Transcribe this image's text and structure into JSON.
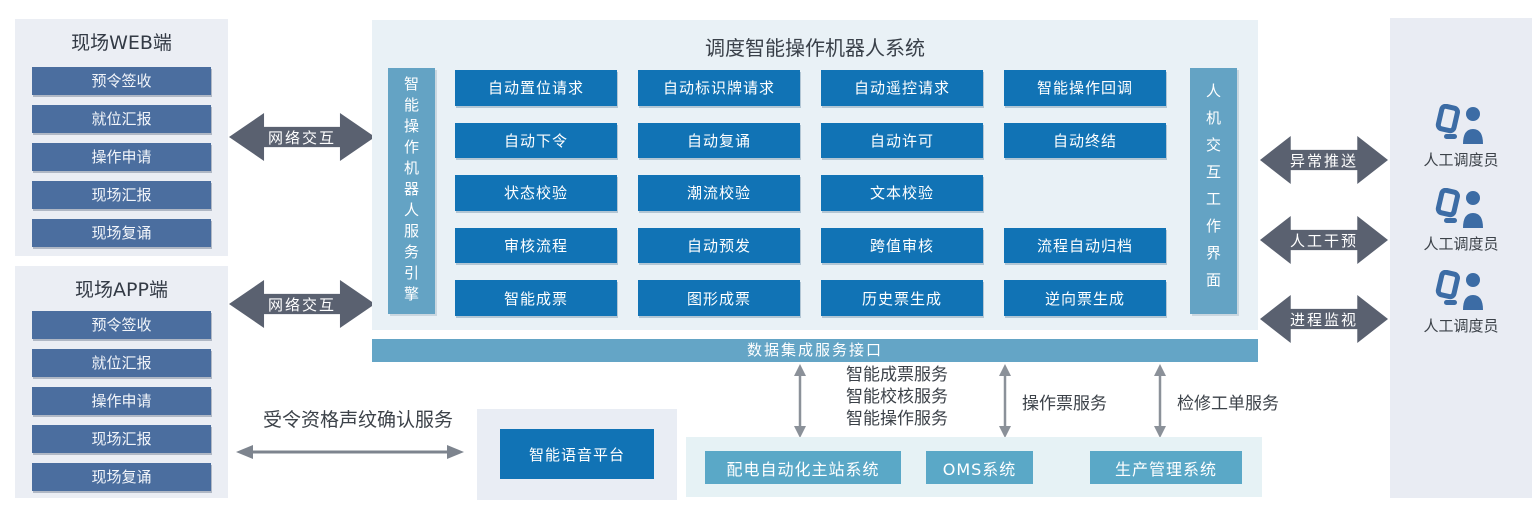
{
  "colors": {
    "side_item_blue": "#4b6e9f",
    "func_blue": "#1173b5",
    "teal_bar": "#64a3c4",
    "data_bar_teal": "#64a5c6",
    "ext_teal": "#5aa8c7",
    "thick_arrow_gray": "#5a6170",
    "thin_arrow_gray": "#8b9199",
    "panel_bg": "#e9f1f6",
    "side_panel_bg": "#ebeef4",
    "person_blue": "#3c6ca5"
  },
  "web_panel": {
    "title": "现场WEB端",
    "items": [
      "预令签收",
      "就位汇报",
      "操作申请",
      "现场汇报",
      "现场复诵"
    ]
  },
  "app_panel": {
    "title": "现场APP端",
    "items": [
      "预令签收",
      "就位汇报",
      "操作申请",
      "现场汇报",
      "现场复诵"
    ]
  },
  "network_links": {
    "web_label": "网络交互",
    "app_label": "网络交互"
  },
  "main_system": {
    "title": "调度智能操作机器人系统",
    "left_bar": "智能操作机器人服务引擎",
    "right_bar": "人机交互工作界面",
    "rows": [
      [
        "自动置位请求",
        "自动标识牌请求",
        "自动遥控请求",
        "智能操作回调"
      ],
      [
        "自动下令",
        "自动复诵",
        "自动许可",
        "自动终结"
      ],
      [
        "状态校验",
        "潮流校验",
        "文本校验"
      ],
      [
        "审核流程",
        "自动预发",
        "跨值审核",
        "流程自动归档"
      ],
      [
        "智能成票",
        "图形成票",
        "历史票生成",
        "逆向票生成"
      ]
    ]
  },
  "data_bar": {
    "label": "数据集成服务接口"
  },
  "service_links": [
    {
      "labels": [
        "智能成票服务",
        "智能校核服务",
        "智能操作服务"
      ]
    },
    {
      "labels": [
        "操作票服务"
      ]
    },
    {
      "labels": [
        "检修工单服务"
      ]
    }
  ],
  "external_systems": {
    "items": [
      "配电自动化主站系统",
      "OMS系统",
      "生产管理系统"
    ]
  },
  "voice": {
    "platform": "智能语音平台",
    "service_label": "受令资格声纹确认服务"
  },
  "right_arrows": [
    {
      "label": "异常推送"
    },
    {
      "label": "人工干预"
    },
    {
      "label": "进程监视"
    }
  ],
  "dispatchers": {
    "label": "人工调度员"
  }
}
